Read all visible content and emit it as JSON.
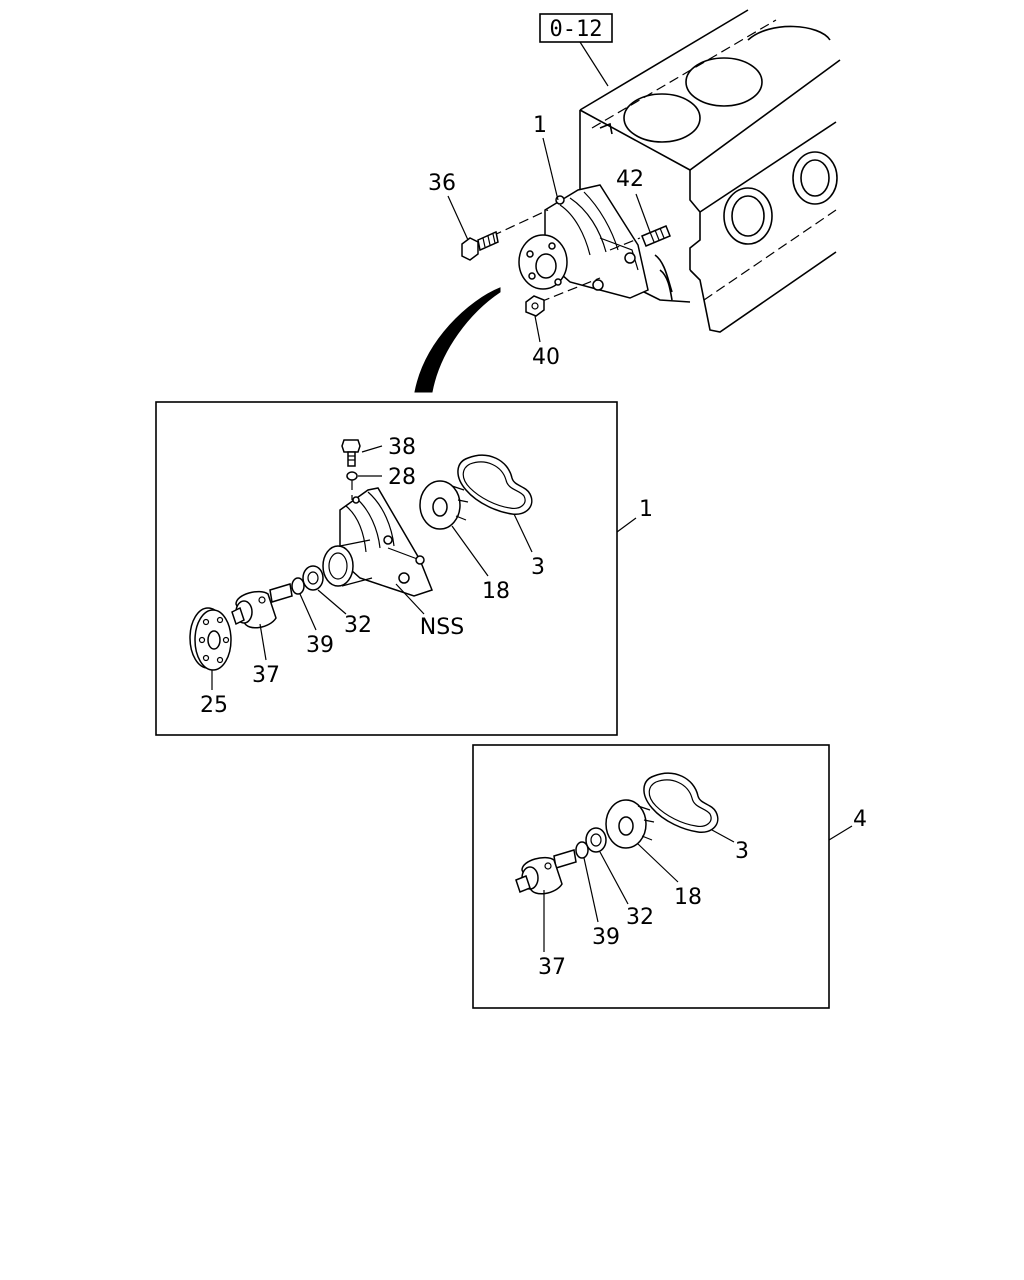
{
  "reference_box": "0-12",
  "callouts": {
    "main": {
      "c1": "1",
      "c36": "36",
      "c42": "42",
      "c40": "40"
    },
    "detail1": {
      "box": "1",
      "c38": "38",
      "c28": "28",
      "c3": "3",
      "c18": "18",
      "c32": "32",
      "cNSS": "NSS",
      "c39": "39",
      "c37": "37",
      "c25": "25"
    },
    "detail4": {
      "box": "4",
      "c3": "3",
      "c18": "18",
      "c32": "32",
      "c39": "39",
      "c37": "37"
    }
  }
}
